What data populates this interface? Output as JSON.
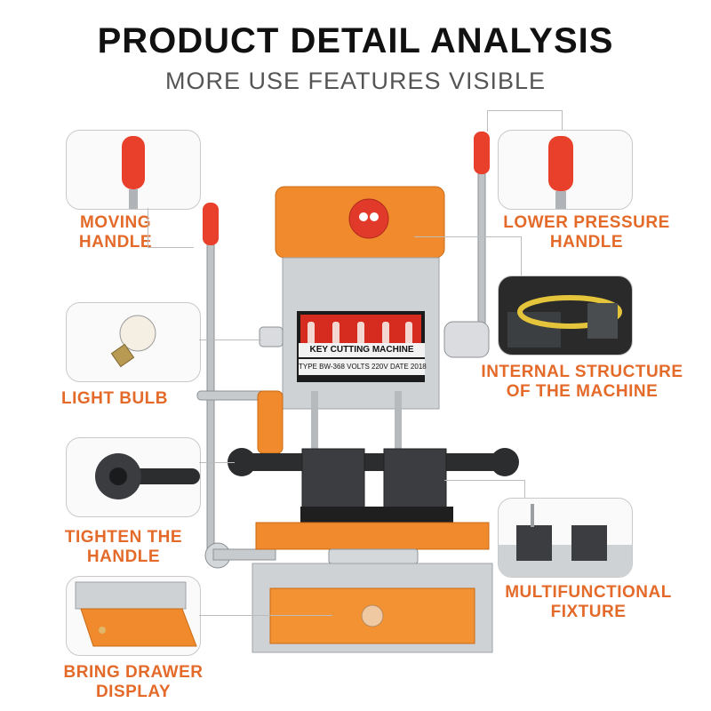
{
  "header": {
    "title": "PRODUCT DETAIL ANALYSIS",
    "subtitle": "MORE USE FEATURES VISIBLE"
  },
  "machine": {
    "plate_title": "KEY CUTTING MACHINE",
    "type_label": "TYPE",
    "type_value": "BW-368",
    "volts_label": "VOLTS",
    "volts_value": "220V",
    "date_label": "DATE",
    "date_value": "2018"
  },
  "features": {
    "moving_handle": {
      "line1": "MOVING",
      "line2": "HANDLE"
    },
    "lower_pressure_handle": {
      "line1": "LOWER PRESSURE",
      "line2": "HANDLE"
    },
    "light_bulb": {
      "line1": "LIGHT BULB"
    },
    "internal_structure": {
      "line1": "INTERNAL STRUCTURE",
      "line2": "OF THE MACHINE"
    },
    "tighten_handle": {
      "line1": "TIGHTEN THE",
      "line2": "HANDLE"
    },
    "multifunctional_fixture": {
      "line1": "MULTIFUNCTIONAL",
      "line2": "FIXTURE"
    },
    "drawer_display": {
      "line1": "BRING DRAWER",
      "line2": "DISPLAY"
    }
  },
  "colors": {
    "accent": "#e46a2a",
    "machine_orange": "#f08a2c",
    "handle_red": "#e8402a",
    "panel_border": "#c9c9c9"
  }
}
